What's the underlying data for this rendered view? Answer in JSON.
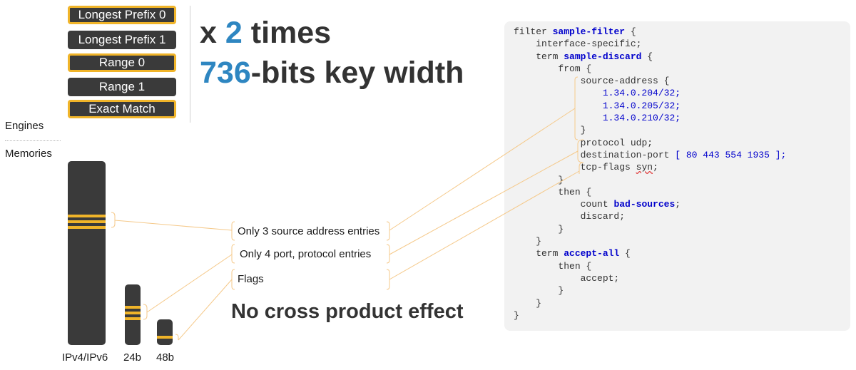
{
  "engines": {
    "section_label": "Engines",
    "items": [
      {
        "label": "Longest Prefix 0",
        "highlighted": true
      },
      {
        "label": "Longest Prefix 1",
        "highlighted": false
      },
      {
        "label": "Range 0",
        "highlighted": true
      },
      {
        "label": "Range 1",
        "highlighted": false
      },
      {
        "label": "Exact Match",
        "highlighted": true
      }
    ]
  },
  "memories": {
    "section_label": "Memories",
    "blocks": [
      {
        "label": "IPv4/IPv6"
      },
      {
        "label": "24b"
      },
      {
        "label": "48b"
      }
    ]
  },
  "headline": {
    "line1_prefix": "x ",
    "line1_number": "2",
    "line1_suffix": " times",
    "line2_number": "736",
    "line2_suffix": "-bits key width"
  },
  "callouts": [
    "Only 3 source address entries",
    "Only 4 port, protocol entries",
    "Flags"
  ],
  "conclusion": "No cross product effect",
  "code": {
    "filter_keyword": "filter",
    "filter_name": "sample-filter",
    "interface": "interface-specific;",
    "term1_name": "sample-discard",
    "source_addresses": [
      "1.34.0.204/32;",
      "1.34.0.205/32;",
      "1.34.0.210/32;"
    ],
    "protocol": "protocol udp;",
    "dest_port_label": "destination-port",
    "dest_port_values": "[ 80 443 554 1935 ];",
    "tcp_flags_prefix": "tcp-flags ",
    "tcp_flags_value": "syn",
    "count_name": "bad-sources",
    "term2_name": "accept-all"
  },
  "colors": {
    "accent_gold": "#f0b429",
    "accent_blue": "#2e86c1",
    "dark_block": "#3a3a3a",
    "code_keyword": "#0000cc"
  }
}
